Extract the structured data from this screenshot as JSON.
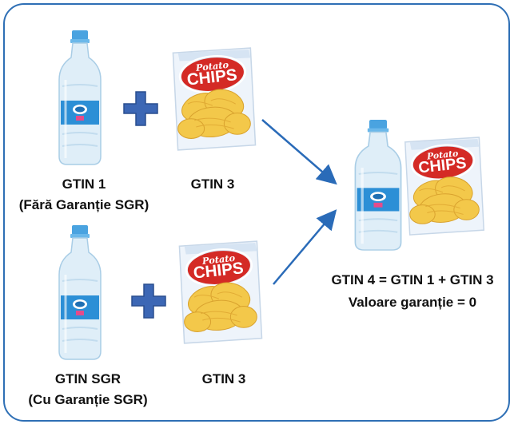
{
  "colors": {
    "frame": "#2e6fb5",
    "plus": "#3c67b5",
    "arrow": "#2a6bb8",
    "bottle_water": "#dfeef8",
    "bottle_cap": "#4aa3e0",
    "bottle_label": "#2c8fd6",
    "chips_bag": "#eef4fb",
    "chips_oval": "#d42a25",
    "chips_text": "#ffffff",
    "chips": "#f3c84a"
  },
  "icons": [
    "water-bottle-icon",
    "chips-bag-icon",
    "plus-icon",
    "arrow-icon"
  ],
  "chips_bag_text": {
    "top": "Potato",
    "main": "CHIPS"
  },
  "top_row": {
    "bottle_label_line1": "GTIN 1",
    "bottle_label_line2": "(Fără Garanție SGR)",
    "chips_label": "GTIN 3"
  },
  "bottom_row": {
    "bottle_label_line1": "GTIN SGR",
    "bottle_label_line2": "(Cu Garanție SGR)",
    "chips_label": "GTIN 3"
  },
  "result": {
    "formula": "GTIN 4 = GTIN 1 + GTIN 3",
    "guarantee": "Valoare garanție = 0"
  }
}
